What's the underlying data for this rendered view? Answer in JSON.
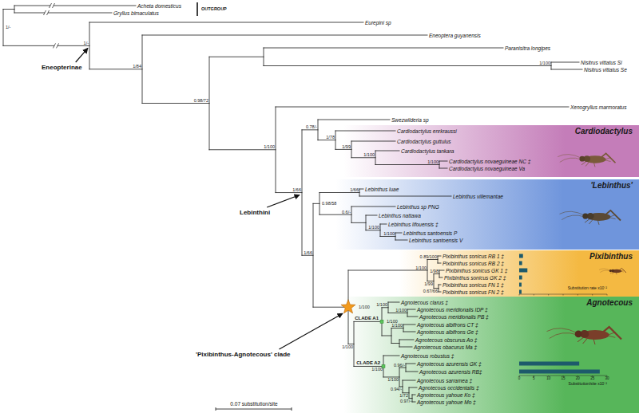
{
  "diagram": {
    "nodes": [
      {
        "text": [
          "Cardiodactylus"
        ]
      },
      {
        "text": [
          "'Lebinthus'"
        ]
      },
      {
        "text": [
          "Pixibinthus"
        ]
      },
      {
        "text": [
          "Agnotecous"
        ]
      }
    ],
    "labels": [
      "OUTGROUP",
      "Acheta domesticus",
      "Gryllus bimaculatus",
      "1/-",
      "1/-",
      "Eurepini sp",
      "Eneoptera guyanensis",
      "Paranisitra longipes",
      "Nisitrus vittatus Si",
      "1/100",
      "Nisitrus vittatus Se",
      "1/84",
      "Eneopterinae",
      "Xenogryllus marmoratus",
      "0.98/72",
      "Swezwilderia sp",
      "0.78/-",
      "Cardiodactylus enrkraussi",
      "1/78",
      "Cardiodactylus guttulus",
      "1/99",
      "Cardiodactylus tankara",
      "1/100",
      "Cardiodactylus novaeguineae NC ‡",
      "1/100",
      "Cardiodactylus novaeguineae Va",
      "1/100",
      "Lebinthus luae",
      "1/66",
      "1/66",
      "Lebinthus villemantae",
      "0.98/58",
      "Lebinthini",
      "Lebinthus sp PNG",
      "0.6/-",
      "Lebinthus nattawa",
      "Lebinthus lifouensis ‡",
      "1/100",
      "Lebinthus santoensis P",
      "1/100",
      "Lebinthus santoensis V",
      "1/66",
      "0.89/100",
      "Pixibinthus sonicus RB 1 ‡",
      "Pixibinthus sonicus RB 2 ‡",
      "1/100",
      "Pixibinthus sonicus GK 1 ‡",
      "1/98",
      "Pixibinthus sonicus GK 2 ‡",
      "1/99",
      "Pixibinthus sonicus FN 1 ‡",
      "0.67/66",
      "Pixibinthus sonicus FN 2 ‡",
      "Substitution rate x10⁻²",
      "1/100",
      "Agnotecous clarus ‡",
      "1/100",
      "Agnotecous meridionalis IDP ‡",
      "1/100",
      "Agnotecous meridionalis PB ‡",
      "CLADE A1",
      "1/100",
      "Agnotecous albifrons CT ‡",
      "1/100",
      "Agnotecous albifrons Ge ‡",
      "Agnotecous obscurus Ao ‡",
      "Agnotecous obacurus Ma ‡",
      "'Pixibinthus-Agnotecous' clade",
      "1/100",
      "Agnotecous robustus ‡",
      "CLADE A2",
      "1/100",
      "0.96/-",
      "Agnotecous azurensis GK ‡",
      "Agnotecous azurensis RB‡",
      "0",
      "5",
      "10",
      "15",
      "20",
      "25",
      "30",
      "Substitution/site x10⁻²",
      "1/100",
      "Agnotecous sarramea ‡",
      "0.94/-",
      "Agnotecous occidentalis ‡",
      "1/72",
      "Agnotecous yahoue Ko ‡",
      "0.97/-",
      "Agnotecous yahoue Mo ‡",
      "0.07 substitution/site"
    ]
  }
}
